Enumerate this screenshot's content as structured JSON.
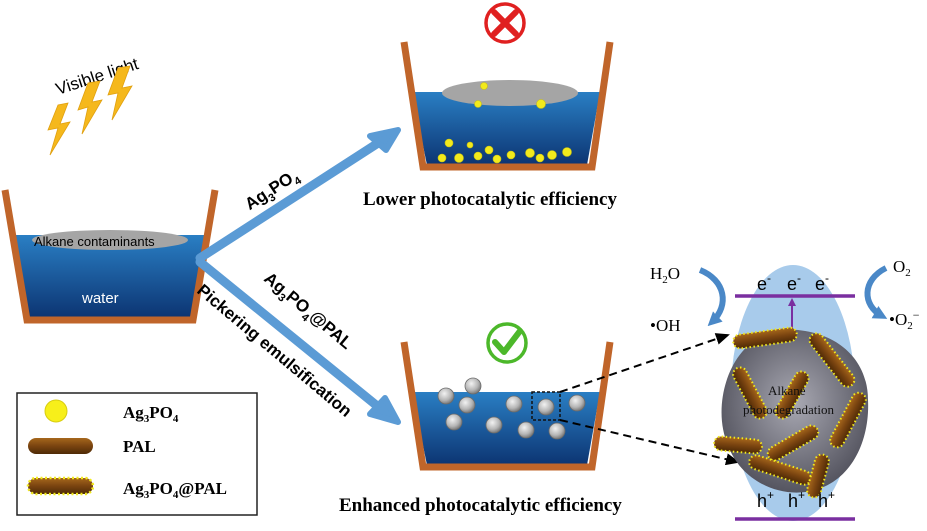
{
  "labels": {
    "visible_light": "Visible light",
    "alkane_contaminants": "Alkane contaminants",
    "water": "water",
    "ag3po4_arrow": {
      "a": "Ag",
      "b": "3",
      "c": "PO",
      "d": "4"
    },
    "ag3po4pal_arrow": {
      "a": "Ag",
      "b": "3",
      "c": "PO",
      "d": "4",
      "e": "@PAL"
    },
    "pickering": "Pickering emulsification",
    "lower": "Lower photocatalytic efficiency",
    "enhanced": "Enhanced photocatalytic efficiency",
    "h2o": {
      "a": "H",
      "b": "2",
      "c": "O"
    },
    "oh": "•OH",
    "o2": {
      "a": "O",
      "b": "2"
    },
    "o2rad": {
      "a": "•O",
      "b": "2",
      "c": "−"
    },
    "electron": {
      "a": "e",
      "b": "-"
    },
    "hole": {
      "a": "h",
      "b": "+"
    },
    "alkane_line1": "Alkane",
    "alkane_line2": "photodegradation"
  },
  "legend": {
    "item1": {
      "a": "Ag",
      "b": "3",
      "c": "PO",
      "d": "4"
    },
    "item2": "PAL",
    "item3": {
      "a": "Ag",
      "b": "3",
      "c": "PO",
      "d": "4",
      "e": "@PAL"
    }
  },
  "colors": {
    "beaker_wall": "#c0652a",
    "water_top": "#1f6fb8",
    "water_bottom": "#0d3a78",
    "arrow": "#5b9bd5",
    "lightning": "#f5b81c",
    "particle": "#f2ea1c",
    "cross": "#e02020",
    "check": "#4cb82a",
    "band": "#7a2fa0"
  }
}
